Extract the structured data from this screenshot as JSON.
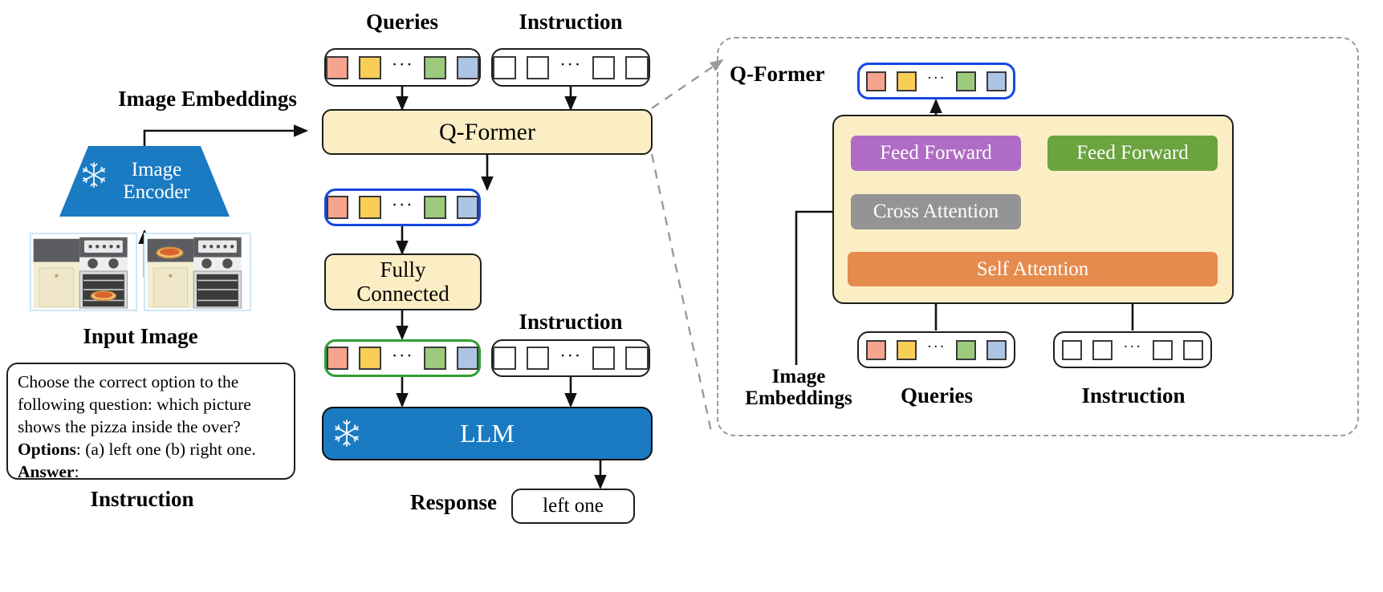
{
  "diagram": {
    "title": "InstructBLIP-style architecture diagram",
    "colors": {
      "token_red": "#f6a48d",
      "token_yellow": "#f8ce55",
      "token_green": "#9ccb7d",
      "token_blue": "#aec4e4",
      "qformer_fill": "#fceec4",
      "llm_fill": "#1a7ac2",
      "encoder_fill": "#1a7ac2",
      "feed_forward_left": "#b06cc4",
      "feed_forward_right": "#6ba33f",
      "cross_attention": "#949494",
      "self_attention": "#e58b4e",
      "highlight_blue_border": "#1648e0",
      "highlight_green_border": "#2f9e33",
      "dashed_gray": "#9a9a9a"
    },
    "ellipsis": "···"
  },
  "left": {
    "image_embeddings_label": "Image Embeddings",
    "encoder_label": "Image\nEncoder",
    "encoder_line1": "Image",
    "encoder_line2": "Encoder",
    "frozen_icon": "snowflake-icon",
    "input_image_label": "Input Image",
    "instruction_label": "Instruction",
    "prompt": {
      "line1": "Choose the correct option to the",
      "line2": "following question: which picture",
      "line3": "shows the pizza inside the over?",
      "options_key": "Options",
      "options_rest": ": (a) left one (b) right one.",
      "answer_key": "Answer",
      "answer_rest": ":"
    },
    "thumbnails": [
      {
        "name": "pizza-inside-oven",
        "caption": "stove with pizza inside oven"
      },
      {
        "name": "pizza-on-counter",
        "caption": "stove with pizza on counter"
      }
    ]
  },
  "center": {
    "queries_label": "Queries",
    "instruction_label_top": "Instruction",
    "instruction_label_bottom": "Instruction",
    "qformer_label": "Q-Former",
    "fully_connected_line1": "Fully",
    "fully_connected_line2": "Connected",
    "llm_label": "LLM",
    "llm_frozen_icon": "snowflake-icon",
    "response_label": "Response",
    "response_value": "left one"
  },
  "right": {
    "panel_title": "Q-Former",
    "output_tokens_name": "query-output-tokens",
    "modules": [
      {
        "id": "feed-forward-left",
        "label": "Feed Forward"
      },
      {
        "id": "feed-forward-right",
        "label": "Feed Forward"
      },
      {
        "id": "cross-attention",
        "label": "Cross Attention"
      },
      {
        "id": "self-attention",
        "label": "Self Attention"
      }
    ],
    "image_embeddings_line1": "Image",
    "image_embeddings_line2": "Embeddings",
    "queries_label": "Queries",
    "instruction_label": "Instruction"
  }
}
